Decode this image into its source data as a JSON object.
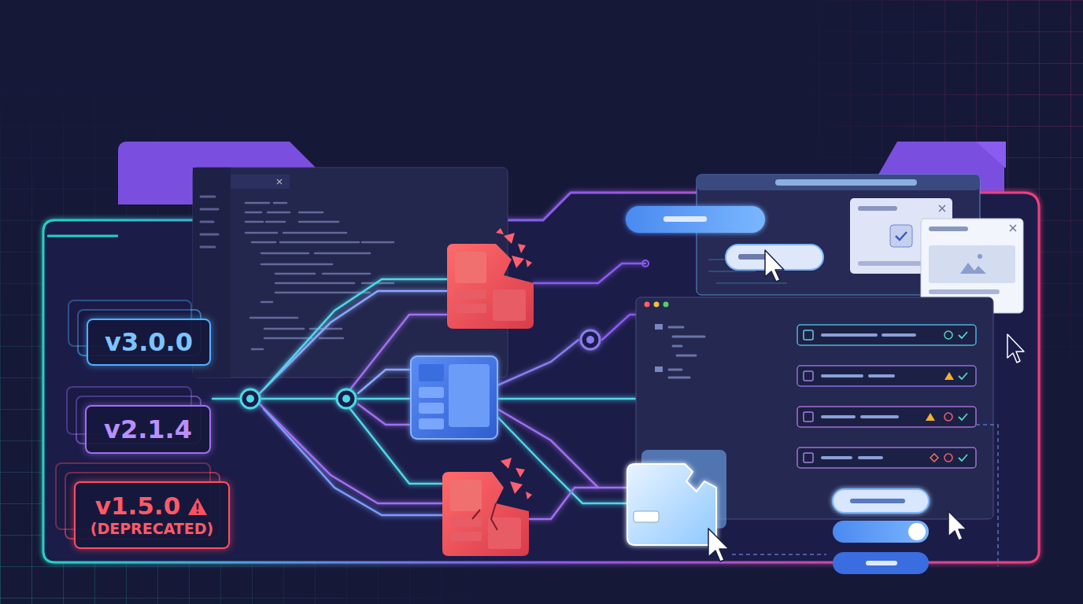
{
  "diagram": {
    "nodes": [
      {
        "text": [
          "v3.0.0"
        ]
      },
      {
        "text": [
          "v2.1.4"
        ]
      },
      {
        "text": [
          "v1.5.0",
          "(DEPRECATED)"
        ]
      }
    ]
  }
}
